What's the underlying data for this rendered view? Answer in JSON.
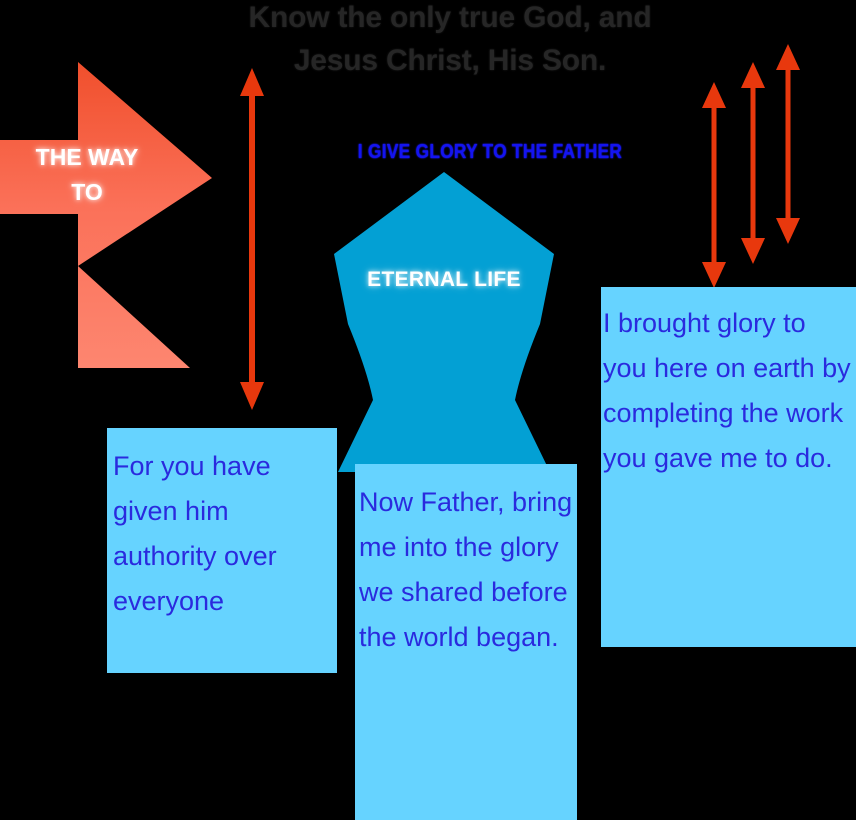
{
  "title": {
    "text": "Know the only true God, and\nJesus Christ, His Son.",
    "color": "#262626"
  },
  "glory_heading": {
    "text": "I GIVE GLORY TO THE FATHER",
    "color": "#1414F0"
  },
  "cross_arrow": {
    "label": "THE WAY\nTO",
    "gradient_top": "#F04F2C",
    "gradient_bottom": "#FD7F69",
    "label_color": "#FFFFFF"
  },
  "pentagon": {
    "label": "ETERNAL LIFE",
    "fill": "#03A0D4",
    "label_color": "#FFFFFF"
  },
  "boxes": {
    "left": {
      "text": "For you have given him authority over everyone",
      "fill": "#66D3FF",
      "text_color": "#2A2ADE"
    },
    "center": {
      "text": "Now Father, bring me into the glory we shared before the world began.",
      "fill": "#66D3FF",
      "text_color": "#2A2ADE"
    },
    "right": {
      "text": "I brought glory to you here on earth by completing the work you gave me to do.",
      "fill": "#66D3FF",
      "text_color": "#2A2ADE"
    }
  },
  "arrows": {
    "color": "#E8380D",
    "left_vertical": {
      "label": "double-headed-arrow"
    },
    "right_group": [
      {
        "label": "double-headed-arrow-short"
      },
      {
        "label": "double-headed-arrow-medium"
      },
      {
        "label": "double-headed-arrow-tall"
      }
    ]
  }
}
